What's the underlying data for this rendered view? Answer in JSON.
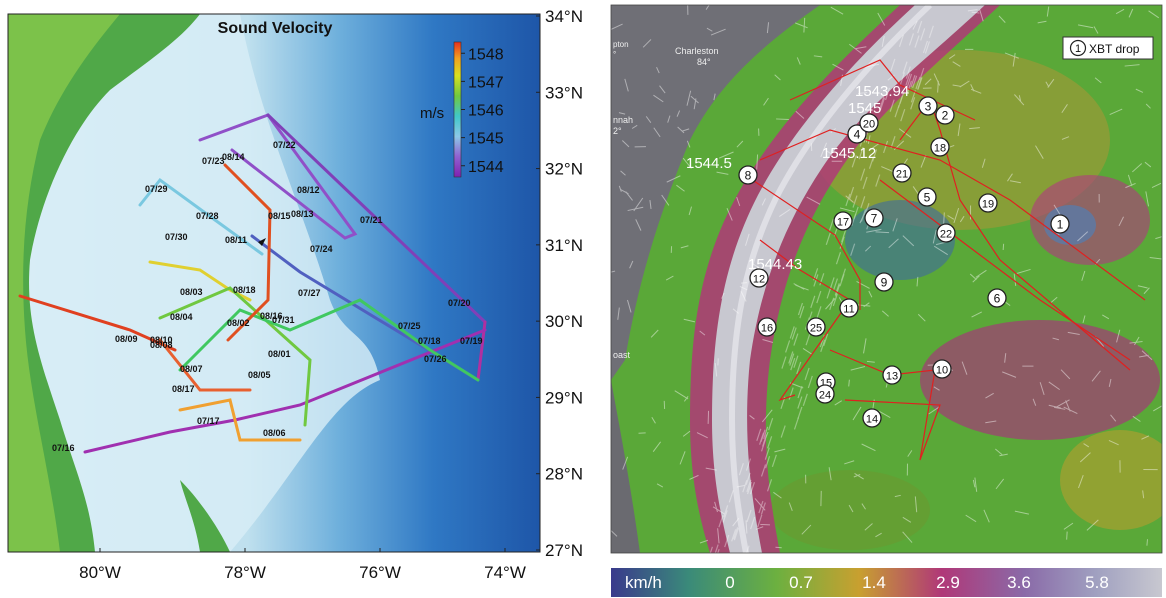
{
  "left_map": {
    "title": "Sound Velocity",
    "colorbar": {
      "unit": "m/s",
      "ticks": [
        1548,
        1547,
        1546,
        1545,
        1544
      ],
      "range": [
        1543.6,
        1548.4
      ],
      "colors": [
        "#e8301c",
        "#f0a020",
        "#d8e020",
        "#70c840",
        "#40c8c8",
        "#8cc8e8",
        "#9060d0",
        "#8020b0"
      ]
    },
    "lat_ticks": [
      "34°N",
      "33°N",
      "32°N",
      "31°N",
      "30°N",
      "29°N",
      "28°N",
      "27°N"
    ],
    "lon_ticks": [
      "80°W",
      "78°W",
      "76°W",
      "74°W"
    ],
    "track_dates": [
      "07/22",
      "07/23",
      "08/14",
      "08/12",
      "07/29",
      "07/28",
      "08/15",
      "08/13",
      "07/21",
      "07/30",
      "08/11",
      "07/24",
      "08/03",
      "08/18",
      "07/27",
      "07/20",
      "08/04",
      "08/02",
      "08/16",
      "07/31",
      "07/25",
      "08/09",
      "08/10",
      "08/08",
      "08/01",
      "07/18",
      "07/19",
      "07/26",
      "08/07",
      "08/05",
      "08/17",
      "07/17",
      "08/06",
      "07/16"
    ]
  },
  "right_map": {
    "legend": {
      "marker": "1",
      "label": "XBT drop"
    },
    "city_labels": [
      "Charleston",
      "84°",
      "pton",
      "°",
      "nnah",
      "2°",
      "oast"
    ],
    "velocity_labels": [
      "1543.94",
      "1545",
      "1545.12",
      "1544.5",
      "1544.43"
    ],
    "xbt_drops": [
      "1",
      "2",
      "3",
      "4",
      "5",
      "6",
      "7",
      "8",
      "9",
      "10",
      "11",
      "12",
      "13",
      "14",
      "15",
      "16",
      "17",
      "18",
      "19",
      "20",
      "21",
      "22",
      "24",
      "25"
    ],
    "speed_scale": {
      "unit": "km/h",
      "ticks": [
        "0",
        "0.7",
        "1.4",
        "2.9",
        "3.6",
        "5.8"
      ],
      "colors": [
        "#3a3a8c",
        "#3a8a7a",
        "#6cb040",
        "#c8a030",
        "#b03878",
        "#8a6aa8",
        "#a0a0c0",
        "#c8c8d0"
      ]
    }
  }
}
